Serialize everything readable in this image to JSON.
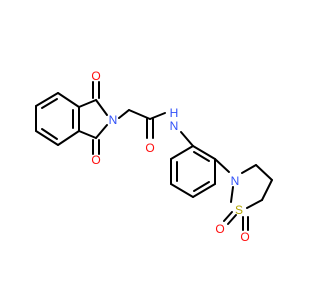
{
  "molecule": {
    "atoms": {
      "o_top": "O",
      "o_bottom": "O",
      "n_imide": "N",
      "o_amide": "O",
      "n_amide": "N",
      "h_amide": "H",
      "n_ring": "N",
      "s": "S",
      "o_s1": "O",
      "o_s2": "O"
    },
    "colors": {
      "bond": "#000000",
      "oxygen": "#ff0d0d",
      "nitrogen": "#3050f8",
      "sulfur": "#b2a400"
    }
  }
}
